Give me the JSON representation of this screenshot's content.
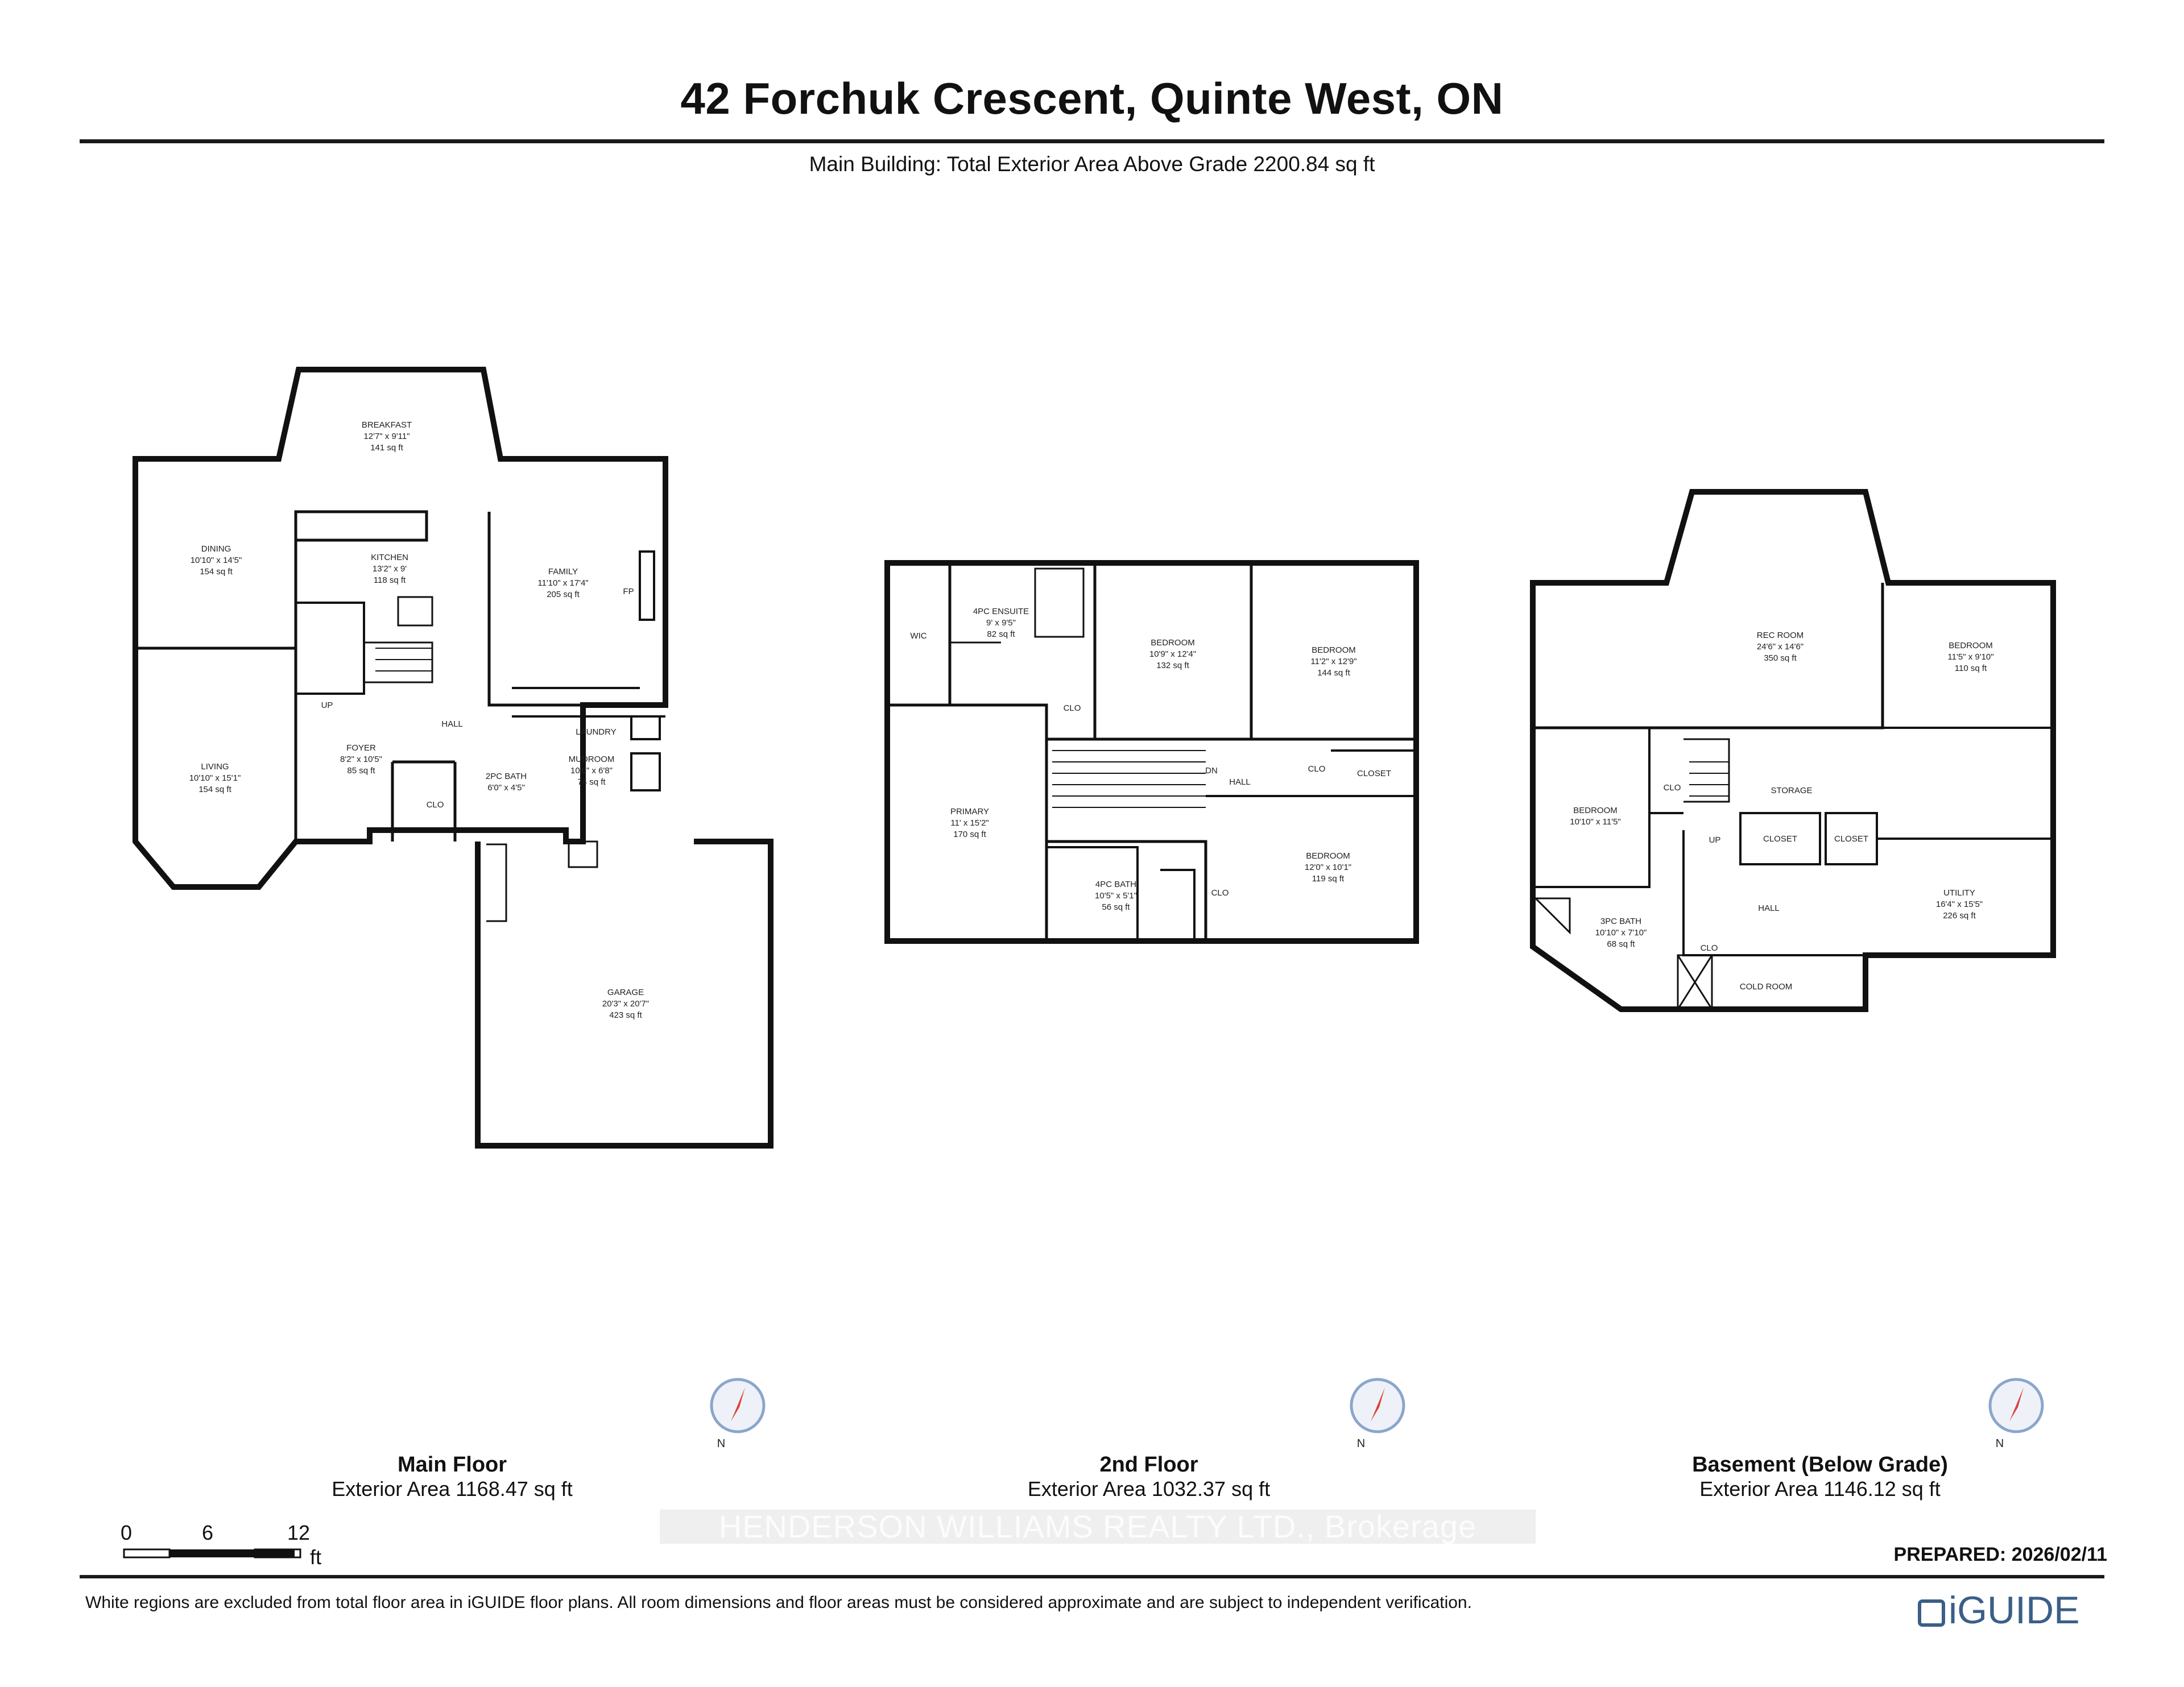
{
  "header": {
    "title": "42 Forchuk Crescent, Quinte West, ON",
    "subtitle": "Main Building: Total Exterior Area Above Grade 2200.84 sq ft"
  },
  "floors": [
    {
      "name": "Main Floor",
      "area": "Exterior Area 1168.47 sq ft",
      "rooms": [
        {
          "name": "BREAKFAST",
          "dims": "12'7\" x 9'11\"",
          "area": "141 sq ft"
        },
        {
          "name": "DINING",
          "dims": "10'10\" x 14'5\"",
          "area": "154 sq ft"
        },
        {
          "name": "KITCHEN",
          "dims": "13'2\" x 9'",
          "area": "118 sq ft"
        },
        {
          "name": "FAMILY",
          "dims": "11'10\" x 17'4\"",
          "area": "205 sq ft"
        },
        {
          "name": "LIVING",
          "dims": "10'10\" x 15'1\"",
          "area": "154 sq ft"
        },
        {
          "name": "FOYER",
          "dims": "8'2\" x 10'5\"",
          "area": "85 sq ft"
        },
        {
          "name": "2PC BATH",
          "dims": "6'0\" x 4'5\""
        },
        {
          "name": "MUDROOM",
          "dims": "10'6\" x 6'8\"",
          "area": "74 sq ft"
        },
        {
          "name": "GARAGE",
          "dims": "20'3\" x 20'7\"",
          "area": "423 sq ft"
        }
      ],
      "labels": {
        "laundry": "LAUNDRY",
        "hall": "HALL",
        "clo": "CLO",
        "up": "UP",
        "fp": "FP"
      }
    },
    {
      "name": "2nd Floor",
      "area": "Exterior Area 1032.37 sq ft",
      "rooms": [
        {
          "name": "BEDROOM",
          "dims": "10'9\" x 12'4\"",
          "area": "132 sq ft"
        },
        {
          "name": "BEDROOM",
          "dims": "11'2\" x 12'9\"",
          "area": "144 sq ft"
        },
        {
          "name": "PRIMARY",
          "dims": "11' x 15'2\"",
          "area": "170 sq ft"
        },
        {
          "name": "4PC BATH",
          "dims": "10'5\" x 5'1\"",
          "area": "56 sq ft"
        },
        {
          "name": "BEDROOM",
          "dims": "12'0\" x 10'1\"",
          "area": "119 sq ft"
        },
        {
          "name": "4PC ENSUITE",
          "dims": "9' x 9'5\"",
          "area": "82 sq ft"
        }
      ],
      "labels": {
        "wic": "WIC",
        "clo": "CLO",
        "closet": "CLOSET",
        "hall": "HALL",
        "dn": "DN"
      }
    },
    {
      "name": "Basement (Below Grade)",
      "area": "Exterior Area 1146.12 sq ft",
      "rooms": [
        {
          "name": "REC ROOM",
          "dims": "24'6\" x 14'6\"",
          "area": "350 sq ft"
        },
        {
          "name": "BEDROOM",
          "dims": "11'5\" x 9'10\"",
          "area": "110 sq ft"
        },
        {
          "name": "BEDROOM",
          "dims": "10'10\" x 11'5\""
        },
        {
          "name": "3PC BATH",
          "dims": "10'10\" x 7'10\"",
          "area": "68 sq ft"
        },
        {
          "name": "UTILITY",
          "dims": "16'4\" x 15'5\"",
          "area": "226 sq ft"
        }
      ],
      "labels": {
        "storage": "STORAGE",
        "closet": "CLOSET",
        "hall": "HALL",
        "clo": "CLO",
        "cold_room": "COLD ROOM",
        "up": "UP"
      }
    }
  ],
  "compass": {
    "label": "N"
  },
  "scale": {
    "ticks": [
      "0",
      "6",
      "12"
    ],
    "unit": "ft"
  },
  "watermark": "HENDERSON WILLIAMS REALTY LTD., Brokerage",
  "prepared": "PREPARED: 2026/02/11",
  "disclaimer": "White regions are excluded from total floor area in iGUIDE floor plans. All room dimensions and floor areas must be considered approximate and are subject to independent verification.",
  "brand": "iGUIDE"
}
